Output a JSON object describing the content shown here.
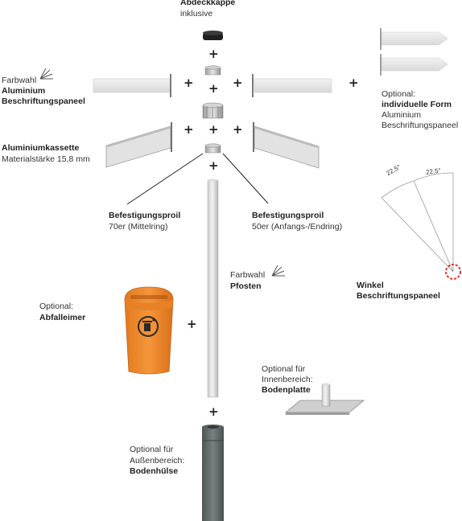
{
  "title": {
    "name": "Abdeckkappe",
    "sub": "inklusive"
  },
  "panel_left": {
    "line1": "Farbwahl",
    "line2": "Aluminium",
    "line3": "Beschriftungspaneel"
  },
  "panel_right": {
    "line1": "Optional:",
    "line2": "individuelle Form",
    "line3": "Aluminium",
    "line4": "Beschriftungspaneel"
  },
  "cassette": {
    "name": "Aluminiumkassette",
    "detail": "Materialstärke 15,8 mm"
  },
  "profile_mid": {
    "name": "Befestigungsproil",
    "detail": "70er (Mittelring)"
  },
  "profile_end": {
    "name": "Befestigungsproil",
    "detail": "50er (Anfangs-/Endring)"
  },
  "post": {
    "line1": "Farbwahl",
    "line2": "Pfosten"
  },
  "waste": {
    "line1": "Optional:",
    "line2": "Abfalleimer"
  },
  "angle": {
    "line1": "Winkel",
    "line2": "Beschriftungspaneel",
    "a1": "22,5°",
    "a2": "22,5°"
  },
  "floor_plate": {
    "line1": "Optional für",
    "line2": "Innenbereich:",
    "line3": "Bodenplatte"
  },
  "ground_sleeve": {
    "line1": "Optional für",
    "line2": "Außenbereich:",
    "line3": "Bodenhülse"
  },
  "plus_symbol": "+",
  "colors": {
    "bin": "#f08a2c",
    "accent_red": "#e63030",
    "metal": "#d8d8d8"
  }
}
